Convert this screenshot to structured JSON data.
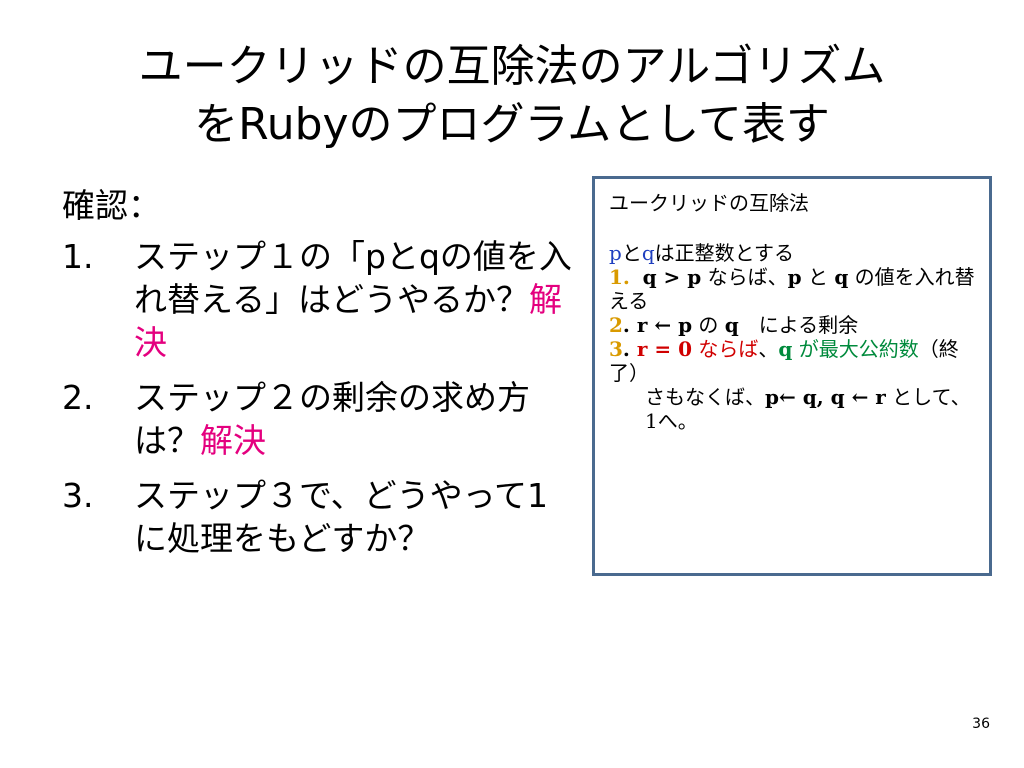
{
  "title": {
    "line1": "ユークリッドの互除法のアルゴリズム",
    "line2": "をRubyのプログラムとして表す"
  },
  "left": {
    "heading": "確認：",
    "items": [
      {
        "num": "1.",
        "text": "ステップ１の「pとqの値を入れ替える」はどうやるか？",
        "solved": "解決"
      },
      {
        "num": "2.",
        "text": "ステップ２の剰余の求め方は？",
        "solved": "解決"
      },
      {
        "num": "3.",
        "text": "ステップ３で、どうやって1に処理をもどすか？",
        "solved": ""
      }
    ]
  },
  "box": {
    "title": "ユークリッドの互除法",
    "premise": {
      "p": "p",
      "to": "と",
      "q": "q",
      "rest": "は正整数とする"
    },
    "step1": {
      "num": "1.",
      "cond": "q > p",
      "text1": " ならば、",
      "p": "p",
      "to": " と ",
      "q": "q",
      "text2": " の値を入れ替える"
    },
    "step2": {
      "num": "2",
      "dot": ". ",
      "expr": "r ← p",
      "no": " の ",
      "q": "q",
      "rest": "　による剰余"
    },
    "step3": {
      "num": "3",
      "dot": ". ",
      "cond": "r = 0",
      "naraba": " ならば",
      "comma": "、",
      "q": "q",
      "rest": " が最大公約数",
      "end": "（終了）"
    },
    "else_line": {
      "prefix": "さもなくば、",
      "expr": "p← q, q ← r",
      "suffix": " として、1へ。"
    }
  },
  "page_number": "36",
  "colors": {
    "solved": "#e4007f",
    "blue": "#1f3fbf",
    "orange": "#d99a00",
    "red": "#d00000",
    "green": "#008a3c",
    "box_border": "#4a6a8f"
  }
}
